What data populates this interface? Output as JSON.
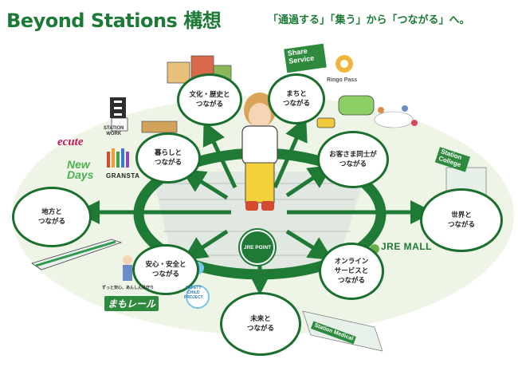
{
  "title": {
    "main": "Beyond Stations 構想",
    "sub": "「通過する」「集う」から「つながる」へ。"
  },
  "bubbles": [
    {
      "id": "culture",
      "label": "文化・歴史と\nつながる"
    },
    {
      "id": "town",
      "label": "まちと\nつながる"
    },
    {
      "id": "living",
      "label": "暮らしと\nつながる"
    },
    {
      "id": "customers",
      "label": "お客さま同士が\nつながる"
    },
    {
      "id": "regions",
      "label": "地方と\nつながる"
    },
    {
      "id": "world",
      "label": "世界と\nつながる"
    },
    {
      "id": "safety",
      "label": "安心・安全と\nつながる"
    },
    {
      "id": "online",
      "label": "オンライン\nサービスと\nつながる"
    },
    {
      "id": "future",
      "label": "未来と\nつながる"
    }
  ],
  "brands": {
    "ecute": "ecute",
    "new_days": "New\nDays",
    "gransta": "GRANSTA",
    "station_work": "STATION\nWORK",
    "jre_mall": "JRE MALL",
    "ringo_pass": "Ringo Pass",
    "mamorail": "まもレール",
    "mamorail_caption": "ずっと安心、あんしん見守り",
    "safety_child": "SAFETY\nCHILD\nPROJECT",
    "share_service": "Share\nService",
    "station_college": "Station\nCollege",
    "station_medical": "Station Medical",
    "jre_point": "JRE POINT"
  },
  "colors": {
    "brand_green": "#1c7a36",
    "ring_green": "#1e7a34",
    "bubble_border": "#1a6e2e",
    "platform_light": "#eef5e6"
  }
}
